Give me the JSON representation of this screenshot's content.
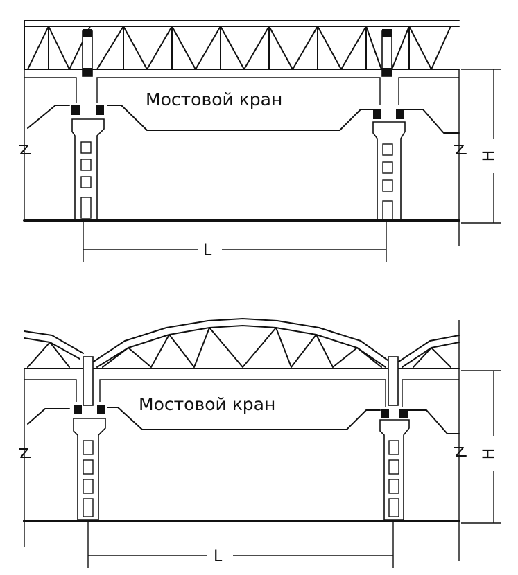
{
  "diagrams": [
    {
      "crane_label": "Мостовой кран",
      "span_label": "L",
      "height_label": "H"
    },
    {
      "crane_label": "Мостовой кран",
      "span_label": "L",
      "height_label": "H"
    }
  ],
  "colors": {
    "ink": "#111111",
    "paper": "#ffffff"
  }
}
